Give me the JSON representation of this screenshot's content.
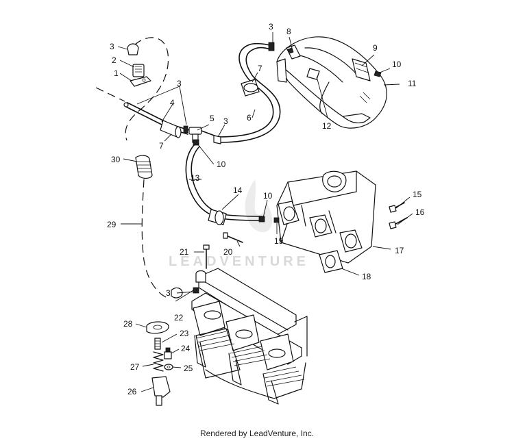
{
  "callouts": {
    "c1": "1",
    "c2": "2",
    "c3a": "3",
    "c3b": "3",
    "c3c": "3",
    "c3d": "3",
    "c3e": "3",
    "c4": "4",
    "c5": "5",
    "c6": "6",
    "c7a": "7",
    "c7b": "7",
    "c8": "8",
    "c9": "9",
    "c10a": "10",
    "c10b": "10",
    "c10c": "10",
    "c11": "11",
    "c12": "12",
    "c13": "13",
    "c14": "14",
    "c15": "15",
    "c16": "16",
    "c17": "17",
    "c18": "18",
    "c19": "19",
    "c20": "20",
    "c21": "21",
    "c22": "22",
    "c23": "23",
    "c24": "24",
    "c25": "25",
    "c26": "26",
    "c27": "27",
    "c28": "28",
    "c29": "29",
    "c30": "30"
  },
  "watermark": "LEADVENTURE",
  "footer": "Rendered by LeadVenture, Inc."
}
